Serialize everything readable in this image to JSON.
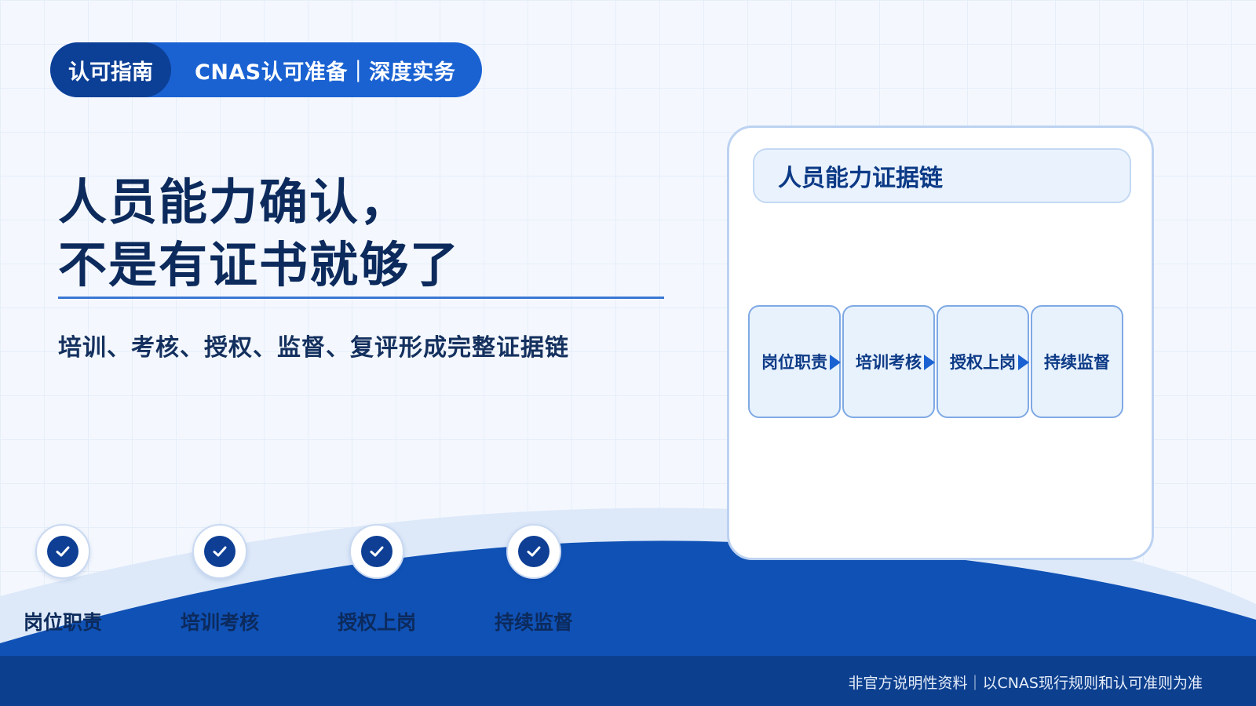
{
  "header": {
    "tag": "认可指南",
    "subtitle": "CNAS认可准备｜深度实务"
  },
  "title": {
    "line1": "人员能力确认，",
    "line2": "不是有证书就够了"
  },
  "subtitle": "培训、考核、授权、监督、复评形成完整证据链",
  "steps": [
    {
      "label": "岗位职责",
      "icon": "check-icon"
    },
    {
      "label": "培训考核",
      "icon": "check-icon"
    },
    {
      "label": "授权上岗",
      "icon": "check-icon"
    },
    {
      "label": "持续监督",
      "icon": "check-icon"
    }
  ],
  "card": {
    "title": "人员能力证据链",
    "chain": [
      "岗位职责",
      "培训考核",
      "授权上岗",
      "持续监督"
    ]
  },
  "footer": {
    "text": "非官方说明性资料｜以CNAS现行规则和认可准则为准"
  },
  "colors": {
    "primary": "#1a62d2",
    "dark": "#0c3f96",
    "title": "#0c2a5c"
  }
}
